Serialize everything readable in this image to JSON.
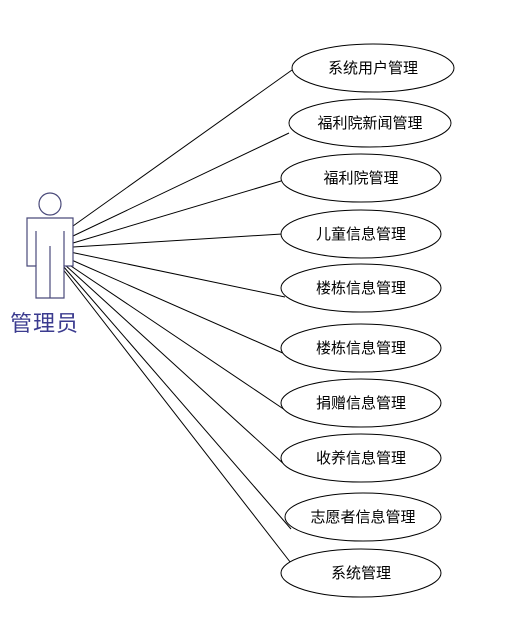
{
  "actor": {
    "label": "管理员"
  },
  "use_cases": [
    "系统用户管理",
    "福利院新闻管理",
    "福利院管理",
    "儿童信息管理",
    "楼栋信息管理",
    "楼栋信息管理",
    "捐赠信息管理",
    "收养信息管理",
    "志愿者信息管理",
    "系统管理"
  ],
  "colors": {
    "actor_label": "#3b3b8f",
    "actor_stroke": "#4a4a7a",
    "line": "#000000",
    "ellipse_stroke": "#000000",
    "background": "#ffffff"
  }
}
